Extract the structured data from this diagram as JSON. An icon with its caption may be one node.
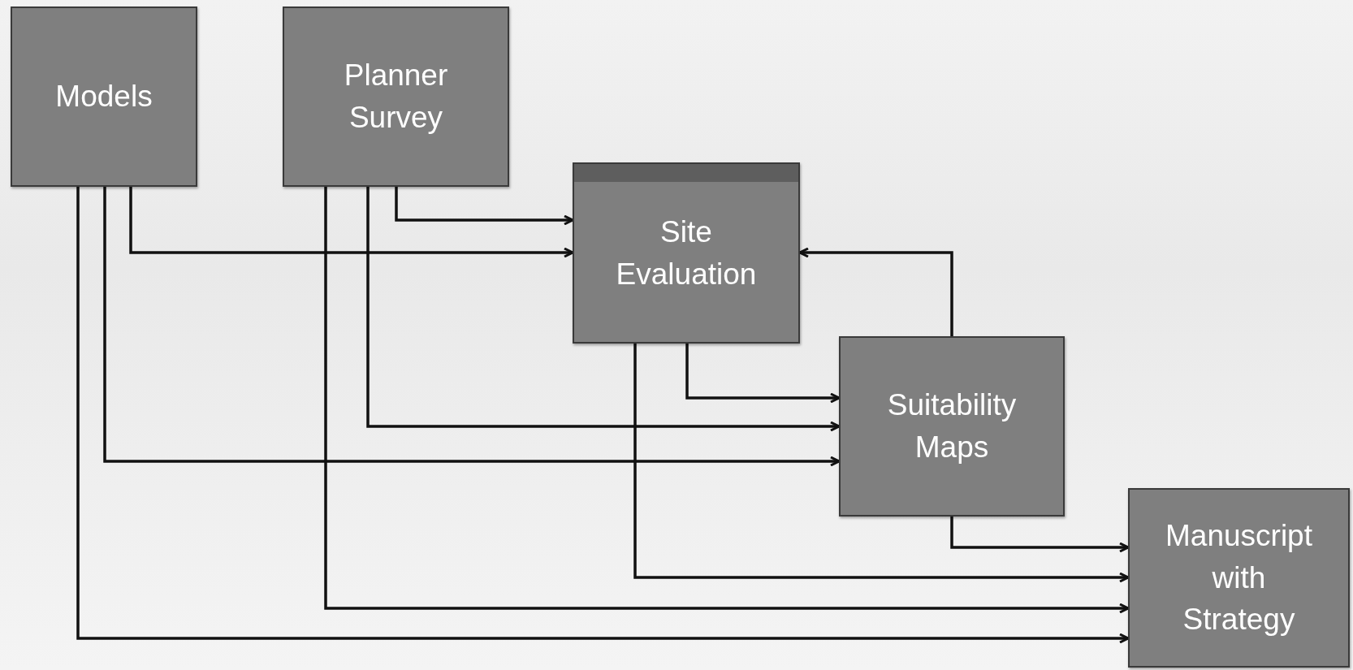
{
  "diagram": {
    "nodes": [
      {
        "text": [
          "Models"
        ]
      },
      {
        "text": [
          "Planner Survey"
        ]
      },
      {
        "text": [
          "Site Evaluation"
        ]
      },
      {
        "text": [
          "Suitability Maps"
        ]
      },
      {
        "text": [
          "Manuscript with Strategy"
        ]
      }
    ],
    "edges": [
      {
        "from": 1,
        "to": 2,
        "arrow": "to"
      },
      {
        "from": 0,
        "to": 2,
        "arrow": "to"
      },
      {
        "from": 3,
        "to": 2,
        "arrow": "to"
      },
      {
        "from": 2,
        "to": 3,
        "arrow": "to"
      },
      {
        "from": 1,
        "to": 3,
        "arrow": "to"
      },
      {
        "from": 0,
        "to": 3,
        "arrow": "to"
      },
      {
        "from": 3,
        "to": 4,
        "arrow": "to"
      },
      {
        "from": 2,
        "to": 4,
        "arrow": "to"
      },
      {
        "from": 1,
        "to": 4,
        "arrow": "to"
      },
      {
        "from": 0,
        "to": 4,
        "arrow": "to"
      }
    ]
  }
}
